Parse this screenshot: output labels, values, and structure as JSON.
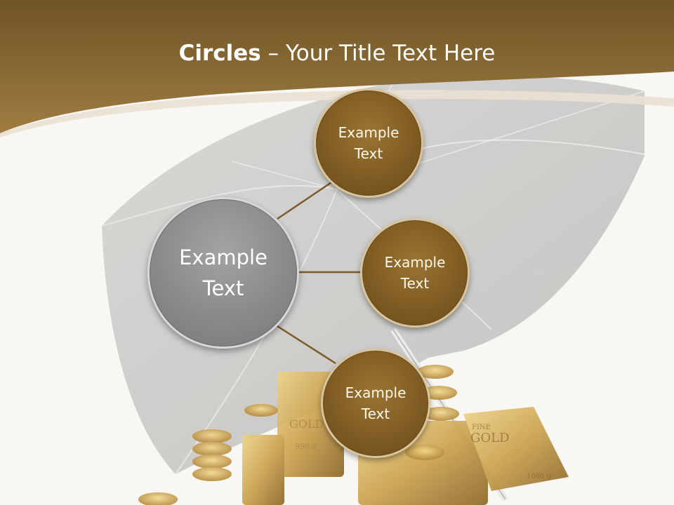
{
  "slide": {
    "title_bold": "Circles",
    "title_rest": " – Your Title Text Here",
    "center_circle": {
      "label": "Example Text"
    },
    "outer_circles": [
      {
        "label": "Example Text"
      },
      {
        "label": "Example Text"
      },
      {
        "label": "Example Text"
      }
    ],
    "background_image": {
      "subject": "umbrella over gold bars and coins",
      "gold_bar_engravings": [
        "GOLD",
        "FINE GOLD",
        "999.9",
        "1000 g"
      ]
    }
  },
  "colors": {
    "header_brown": "#8a6a34",
    "gold_circle": "#7d5a22",
    "gray_circle": "#8a8a8a",
    "connector": "#7a5a2a",
    "background": "#f9f7f3"
  }
}
